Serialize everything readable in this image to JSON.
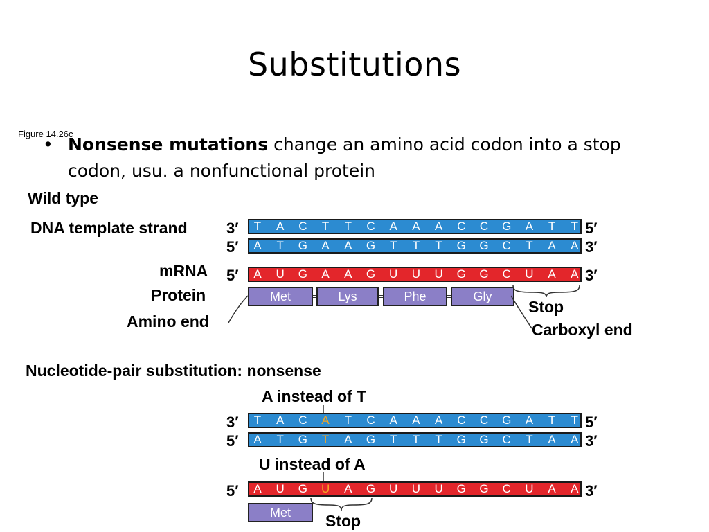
{
  "title": "Substitutions",
  "figure_label": "Figure 14.26c",
  "bullet": {
    "term": "Nonsense mutations",
    "rest_line1": " change an amino acid codon into a stop",
    "rest_line2": "codon, usu. a nonfunctional protein"
  },
  "wild_type": {
    "heading": "Wild type",
    "template_label": "DNA template strand",
    "mrna_label": "mRNA",
    "protein_label": "Protein",
    "amino_end_label": "Amino end",
    "carboxyl_end_label": "Carboxyl end",
    "stop_label": "Stop",
    "template": {
      "left": "3′",
      "right": "5′",
      "bases": [
        "T",
        "A",
        "C",
        "T",
        "T",
        "C",
        "A",
        "A",
        "A",
        "C",
        "C",
        "G",
        "A",
        "T",
        "T"
      ]
    },
    "coding": {
      "left": "5′",
      "right": "3′",
      "bases": [
        "A",
        "T",
        "G",
        "A",
        "A",
        "G",
        "T",
        "T",
        "T",
        "G",
        "G",
        "C",
        "T",
        "A",
        "A"
      ]
    },
    "mrna": {
      "left": "5′",
      "right": "3′",
      "bases": [
        "A",
        "U",
        "G",
        "A",
        "A",
        "G",
        "U",
        "U",
        "U",
        "G",
        "G",
        "C",
        "U",
        "A",
        "A"
      ]
    },
    "amino_acids": [
      "Met",
      "Lys",
      "Phe",
      "Gly"
    ]
  },
  "mutant": {
    "heading": "Nucleotide-pair substitution: nonsense",
    "dna_note": "A instead of T",
    "rna_note": "U instead of A",
    "stop_label": "Stop",
    "template": {
      "left": "3′",
      "right": "5′",
      "bases": [
        "T",
        "A",
        "C",
        "A",
        "T",
        "C",
        "A",
        "A",
        "A",
        "C",
        "C",
        "G",
        "A",
        "T",
        "T"
      ]
    },
    "coding": {
      "left": "5′",
      "right": "3′",
      "bases": [
        "A",
        "T",
        "G",
        "T",
        "A",
        "G",
        "T",
        "T",
        "T",
        "G",
        "G",
        "C",
        "T",
        "A",
        "A"
      ]
    },
    "mrna": {
      "left": "5′",
      "right": "3′",
      "bases": [
        "A",
        "U",
        "G",
        "U",
        "A",
        "G",
        "U",
        "U",
        "U",
        "G",
        "G",
        "C",
        "U",
        "A",
        "A"
      ]
    },
    "highlight_index": 3,
    "amino_acids": [
      "Met"
    ]
  },
  "colors": {
    "dna_strand": "#2c8bd1",
    "mrna_strand": "#e3262b",
    "amino_acid": "#8b7fc7",
    "mutation_highlight": "#f5a623"
  }
}
